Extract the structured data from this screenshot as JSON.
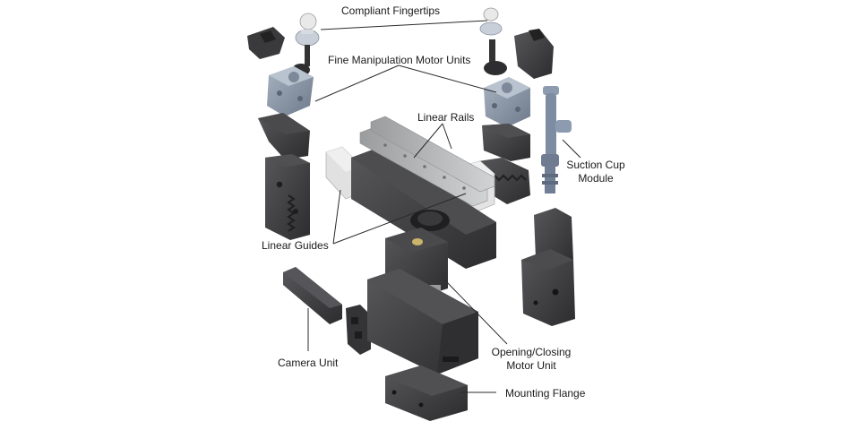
{
  "labels": {
    "compliant_fingertips": "Compliant Fingertips",
    "fine_manipulation": "Fine Manipulation Motor Units",
    "linear_rails": "Linear Rails",
    "suction_cup_line1": "Suction Cup",
    "suction_cup_line2": "Module",
    "linear_guides": "Linear Guides",
    "camera_unit": "Camera Unit",
    "opening_closing_line1": "Opening/Closing",
    "opening_closing_line2": "Motor Unit",
    "mounting_flange": "Mounting Flange"
  },
  "colors": {
    "dark_part": "#3c3c3e",
    "dark_part_shade": "#2a2a2c",
    "dark_part_light": "#59595c",
    "motor_blue": "#8a97a8",
    "rail_silver": "#b9bbbd",
    "guide_white": "#e3e3e3",
    "leader_line": "#2b2b2b"
  }
}
